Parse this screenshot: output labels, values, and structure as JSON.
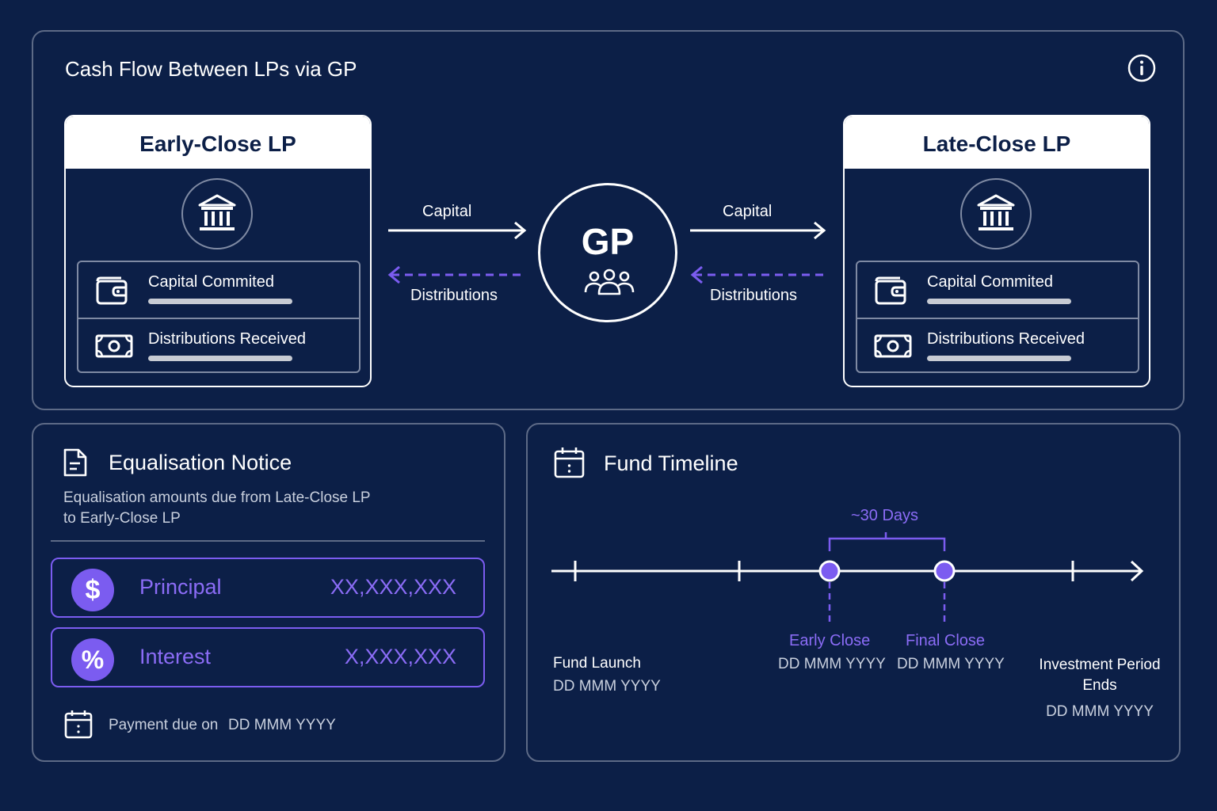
{
  "top": {
    "title": "Cash Flow Between LPs via GP",
    "info_icon": "info-icon",
    "early_lp": {
      "title": "Early-Close LP",
      "row1": "Capital Commited",
      "row2": "Distributions Received"
    },
    "late_lp": {
      "title": "Late-Close LP",
      "row1": "Capital Commited",
      "row2": "Distributions Received"
    },
    "gp": {
      "label": "GP",
      "icon": "people-icon"
    },
    "flows": {
      "left_capital": "Capital",
      "left_distributions": "Distributions",
      "right_capital": "Capital",
      "right_distributions": "Distributions"
    }
  },
  "notice": {
    "title": "Equalisation Notice",
    "subtitle_line1": "Equalisation amounts due from Late-Close LP",
    "subtitle_line2": "to Early-Close LP",
    "principal": {
      "symbol": "$",
      "label": "Principal",
      "value": "XX,XXX,XXX"
    },
    "interest": {
      "symbol": "%",
      "label": "Interest",
      "value": "X,XXX,XXX"
    },
    "payment_label": "Payment due on",
    "payment_date": "DD MMM YYYY"
  },
  "timeline": {
    "title": "Fund Timeline",
    "gap_label": "~30 Days",
    "fund_launch": {
      "label": "Fund Launch",
      "date": "DD MMM YYYY"
    },
    "early_close": {
      "label": "Early Close",
      "date": "DD MMM YYYY"
    },
    "final_close": {
      "label": "Final Close",
      "date": "DD MMM YYYY"
    },
    "investment_end": {
      "label_line1": "Investment Period",
      "label_line2": "Ends",
      "date": "DD MMM YYYY"
    }
  },
  "colors": {
    "background": "#0c1f47",
    "accent_purple": "#7b5cf0",
    "border": "#5d6a86"
  }
}
